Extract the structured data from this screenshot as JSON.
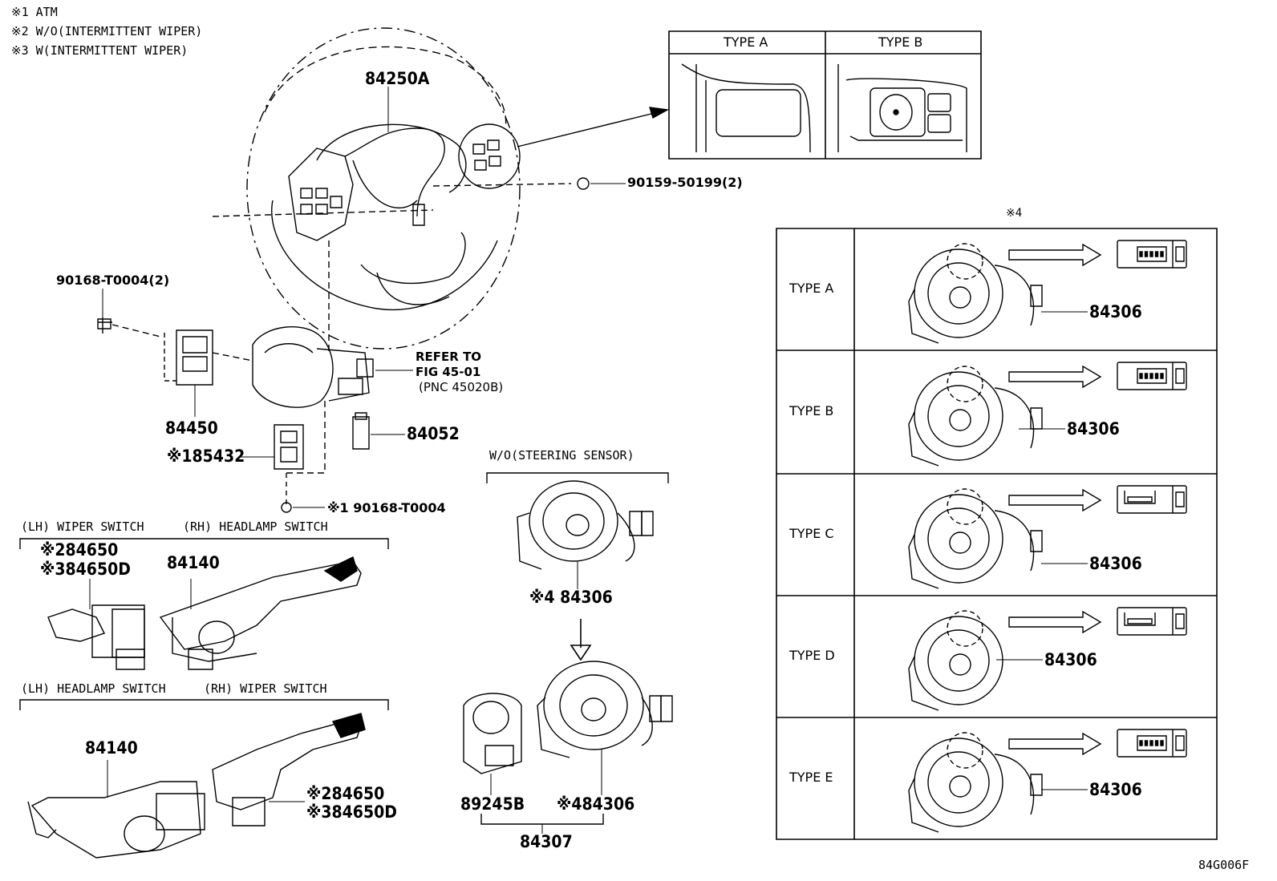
{
  "notes": [
    "※1 ATM",
    "※2 W/O(INTERMITTENT WIPER)",
    "※3 W(INTERMITTENT WIPER)"
  ],
  "top_type_table": {
    "type_a": "TYPE A",
    "type_b": "TYPE B"
  },
  "parts": {
    "steering_wheel": "84250A",
    "screw": "90159-50199(2)",
    "bolt_left": "90168-T0004(2)",
    "switch_84450": "84450",
    "refer_to": "REFER TO",
    "refer_fig": "FIG 45-01",
    "refer_pnc": "(PNC 45020B)",
    "connector_84052": "84052",
    "switch_85432": "※185432",
    "bolt_lower": "※1 90168-T0004",
    "wiper_84650": "※284650",
    "wiper_84650d": "※384650D",
    "headlamp_84140_top": "84140",
    "headlamp_84140_bottom": "84140",
    "wiper_84650_b": "※284650",
    "wiper_84650d_b": "※384650D",
    "spiral_84306_mid": "※4 84306",
    "sensor_89245b": "89245B",
    "spiral_84306_low": "※484306",
    "assy_84307": "84307",
    "figure_code": "84G006F"
  },
  "section_labels": {
    "lh_wiper": "(LH) WIPER SWITCH",
    "rh_headlamp": "(RH) HEADLAMP SWITCH",
    "lh_headlamp": "(LH) HEADLAMP SWITCH",
    "rh_wiper": "(RH) WIPER SWITCH",
    "wo_steering_sensor": "W/O(STEERING SENSOR)"
  },
  "right_table": {
    "mark": "※4",
    "rows": [
      {
        "type": "TYPE A",
        "part": "84306"
      },
      {
        "type": "TYPE B",
        "part": "84306"
      },
      {
        "type": "TYPE C",
        "part": "84306"
      },
      {
        "type": "TYPE D",
        "part": "84306"
      },
      {
        "type": "TYPE E",
        "part": "84306"
      }
    ]
  }
}
